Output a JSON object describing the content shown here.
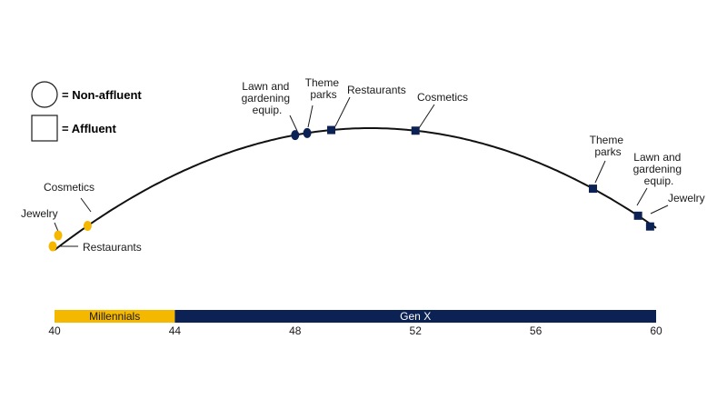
{
  "colors": {
    "non_affluent": "#f5b800",
    "affluent": "#0d2254",
    "curve": "#111111",
    "millennials_band": "#f5b800",
    "genx_band": "#0d2254"
  },
  "legend": {
    "non_affluent_label": "= Non-affluent",
    "affluent_label": "= Affluent"
  },
  "chart_data": {
    "type": "scatter",
    "title": "",
    "xlabel": "",
    "ylabel": "",
    "xlim": [
      40,
      60
    ],
    "x_ticks": [
      "40",
      "44",
      "48",
      "52",
      "56",
      "60"
    ],
    "bands": [
      {
        "label": "Millennials",
        "from": 40,
        "to": 44
      },
      {
        "label": "Gen X",
        "from": 44,
        "to": 60
      }
    ],
    "series": [
      {
        "name": "Non-affluent",
        "points": [
          {
            "label": "Restaurants",
            "x": 39.8
          },
          {
            "label": "Jewelry",
            "x": 40.0
          },
          {
            "label": "Cosmetics",
            "x": 41.1
          },
          {
            "label": "Lawn and gardening equip.",
            "x": 48.0
          },
          {
            "label": "Theme parks",
            "x": 48.4
          }
        ]
      },
      {
        "name": "Affluent",
        "points": [
          {
            "label": "Restaurants",
            "x": 49.2
          },
          {
            "label": "Cosmetics",
            "x": 52.0
          },
          {
            "label": "Theme parks",
            "x": 57.9
          },
          {
            "label": "Lawn and gardening equip.",
            "x": 59.4
          },
          {
            "label": "Jewelry",
            "x": 59.8
          }
        ]
      }
    ]
  }
}
